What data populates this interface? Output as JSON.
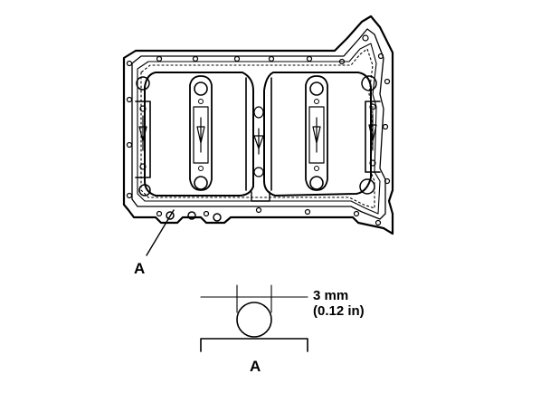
{
  "labels": {
    "callout_main": "A",
    "detail_title": "A",
    "dimension_metric": "3 mm",
    "dimension_imperial": "(0.12 in)"
  }
}
